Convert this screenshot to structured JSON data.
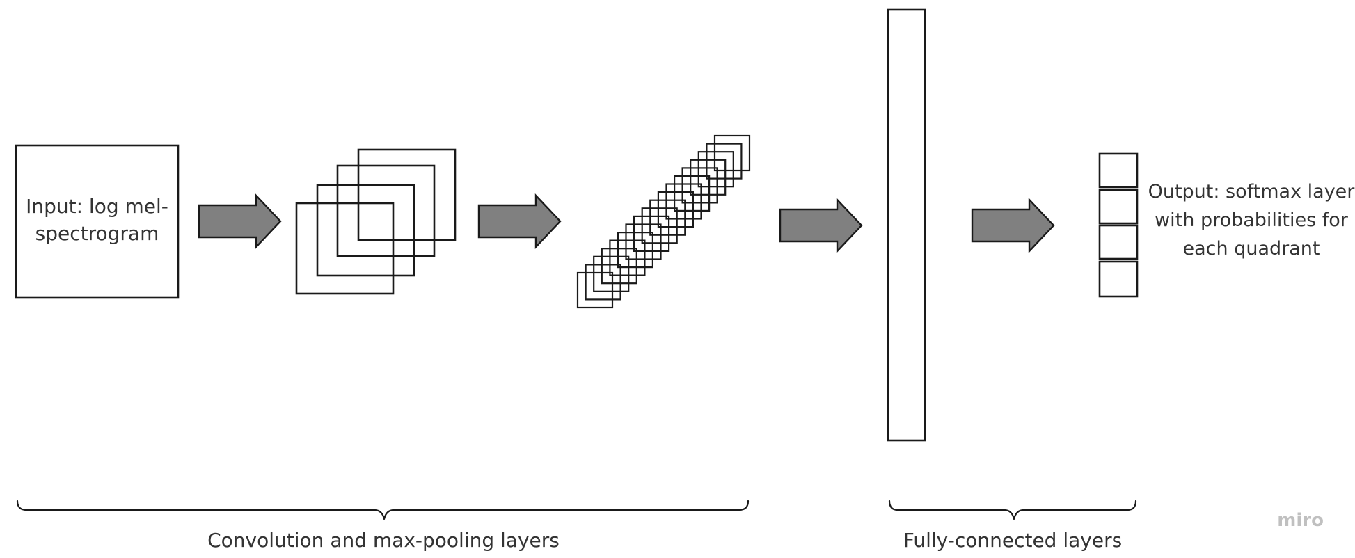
{
  "input": {
    "lines": [
      "Input: log mel-",
      "spectrogram"
    ]
  },
  "output": {
    "lines": [
      "Output: softmax layer",
      "with probabilities for",
      "each quadrant"
    ]
  },
  "groups": {
    "conv": {
      "label": "Convolution and max-pooling layers"
    },
    "fc": {
      "label": "Fully-connected layers"
    }
  },
  "watermark": "miro",
  "colors": {
    "arrow_fill": "#808080",
    "stroke": "#1a1a1a",
    "text": "#333333",
    "watermark": "#c0c0c0"
  }
}
